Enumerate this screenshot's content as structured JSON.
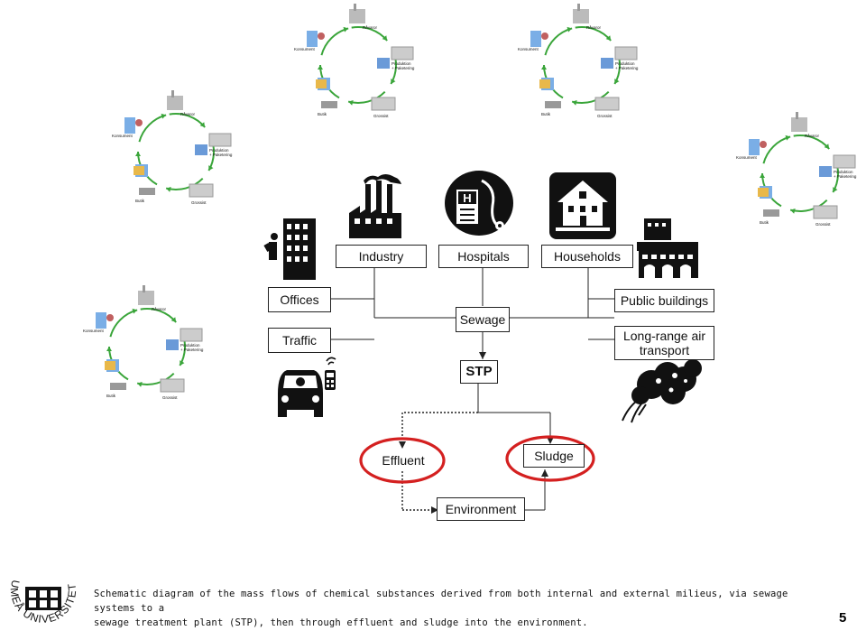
{
  "nodes": {
    "industry": "Industry",
    "hospitals": "Hospitals",
    "households": "Households",
    "offices": "Offices",
    "traffic": "Traffic",
    "sewage": "Sewage",
    "public_buildings": "Public buildings",
    "long_range_line1": "Long-range air",
    "long_range_line2": "transport",
    "stp": "STP",
    "effluent": "Effluent",
    "sludge": "Sludge",
    "environment": "Environment"
  },
  "lifecycle_labels": {
    "ravaror": "Råvaror",
    "produktion_line1": "Produktion",
    "produktion_line2": "+ Paketering",
    "grossist": "Grossist",
    "butik": "Butik",
    "konsument": "Konsument"
  },
  "caption": {
    "line1": "Schematic diagram of the mass flows of chemical substances derived from both internal and external milieus, via sewage systems to a",
    "line2": "sewage treatment plant (STP), then through effluent and sludge into the environment."
  },
  "logo_text": "UMEÅ UNIVERSITET",
  "page_number": "5",
  "colors": {
    "highlight_ring": "#d42020",
    "cycle_arrow": "#3aa53a",
    "box_border": "#222222"
  },
  "icons": [
    "office-building-icon",
    "factory-icon",
    "hospital-icon",
    "house-icon",
    "public-building-icon",
    "car-icon",
    "smoke-cloud-icon",
    "lifecycle-cycle-icon",
    "umea-university-logo"
  ]
}
